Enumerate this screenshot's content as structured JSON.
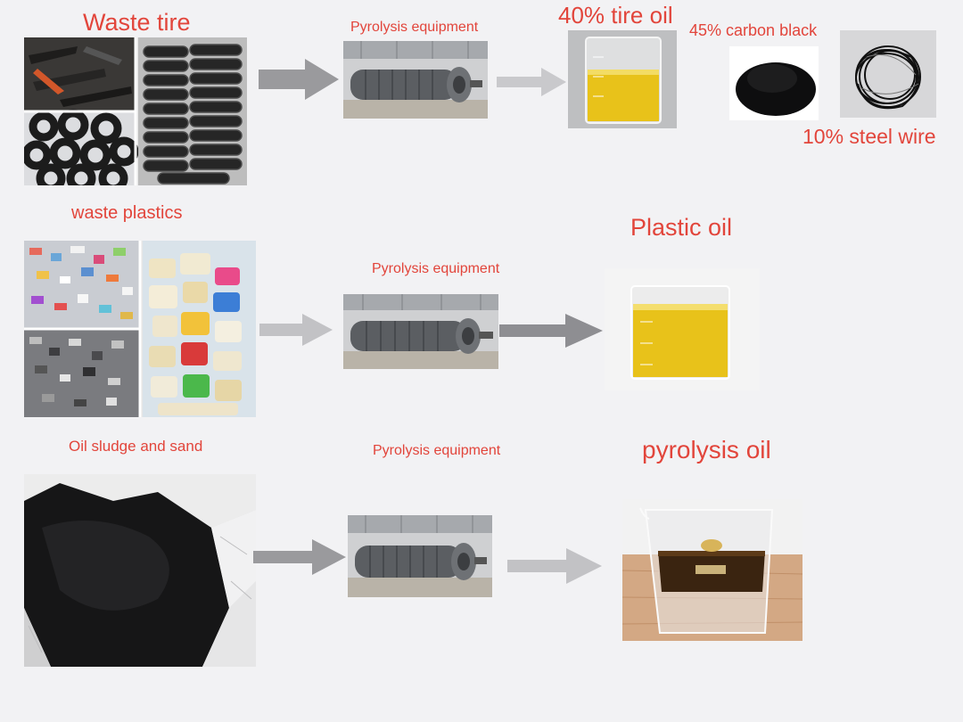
{
  "row1": {
    "input_label": "Waste tire",
    "equipment_label": "Pyrolysis equipment",
    "output_oil_label": "40% tire oil",
    "carbon_label": "45% carbon black",
    "steel_label": "10% steel wire"
  },
  "row2": {
    "input_label": "waste plastics",
    "equipment_label": "Pyrolysis equipment",
    "output_label": "Plastic oil"
  },
  "row3": {
    "input_label": "Oil sludge and sand",
    "equipment_label": "Pyrolysis equipment",
    "output_label": "pyrolysis oil"
  },
  "colors": {
    "label": "#e2453b",
    "background": "#f2f2f4",
    "arrow_light": "#c9c9cc",
    "arrow_dark": "#8e8e92",
    "oil_yellow": "#e8c21a",
    "oil_dark": "#3a2410"
  }
}
